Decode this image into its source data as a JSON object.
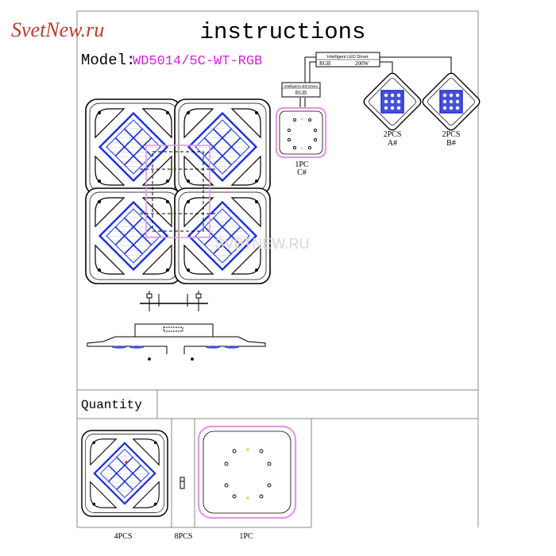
{
  "watermark_logo": "SvetNew.ru",
  "watermark_center": "SVETNEW.RU",
  "title": "instructions",
  "model_label": "Model:",
  "model_value": "WD5014/5C-WT-RGB",
  "driver_main": {
    "brand": "Intelligent LED Driver",
    "type": "RGB",
    "power": "200W"
  },
  "driver_small": {
    "brand": "Intelligent LED Driver",
    "type": "RGB"
  },
  "part_c": {
    "qty": "1PC",
    "tag": "C#"
  },
  "part_a": {
    "qty": "2PCS",
    "tag": "A#"
  },
  "part_b": {
    "qty": "2PCS",
    "tag": "B#"
  },
  "quantity_header": "Quantity",
  "quantity_labels": [
    "4PCS",
    "8PCS",
    "1PC"
  ],
  "colors": {
    "magenta": "#d81fd8",
    "blue": "#1c2fd6",
    "pink": "#e29ae2",
    "logo_red": "#c0392b",
    "logo_gold": "#d4a017"
  }
}
